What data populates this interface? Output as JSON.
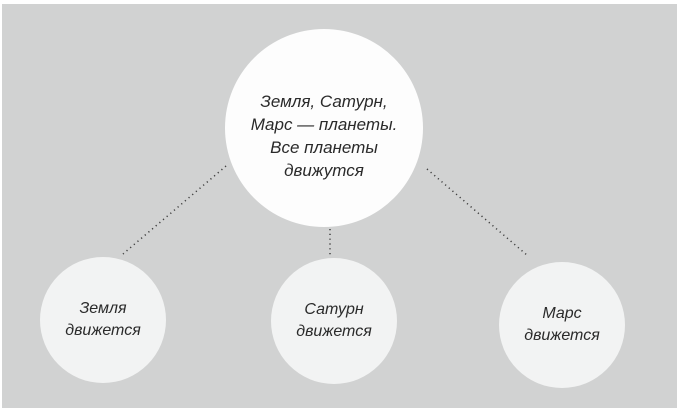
{
  "colors": {
    "panel-bg": "#d1d2d2",
    "root-circle-bg": "#fdfdfd",
    "child-circle-bg": "#f2f3f3",
    "text-color": "#2a2a2a",
    "dot-color": "#3f3f3f"
  },
  "diagram": {
    "root": {
      "text": "Земля, Сатурн,\nМарс — планеты.\nВсе планеты\nдвижутся"
    },
    "children": [
      {
        "text": "Земля\nдвижется"
      },
      {
        "text": "Сатурн\nдвижется"
      },
      {
        "text": "Марс\nдвижется"
      }
    ]
  }
}
